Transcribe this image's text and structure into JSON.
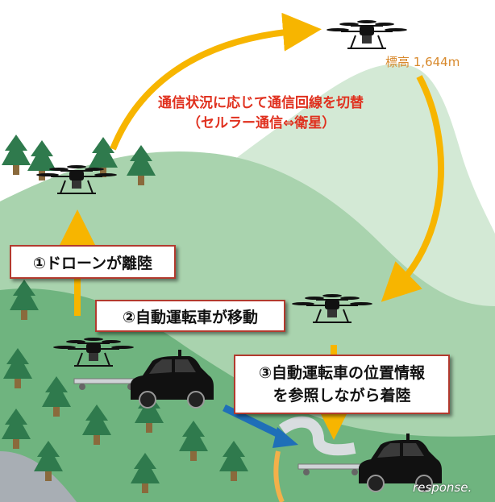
{
  "labels": {
    "caption_line1": "通信状況に応じて通信回線を切替",
    "caption_line2": "（セルラー通信⇔衛星）",
    "altitude": "標高 1,644m",
    "step1": "①ドローンが離陸",
    "step2": "②自動運転車が移動",
    "step3_line1": "③自動運転車の位置情報",
    "step3_line2": "を参照しながら着陸",
    "watermark": "response."
  },
  "colors": {
    "sky": "#ffffff",
    "mountain_far": "#d3e9d5",
    "mountain_near": "#a9d3ae",
    "valley": "#6fb47f",
    "tree": "#2f7a4d",
    "trunk": "#8a6a3c",
    "route_arrow": "#f7b500",
    "position_arrow": "#1f6fb8",
    "caption": "#e0301e",
    "box_border": "#b23a2e",
    "road": "#a8aeb4"
  }
}
